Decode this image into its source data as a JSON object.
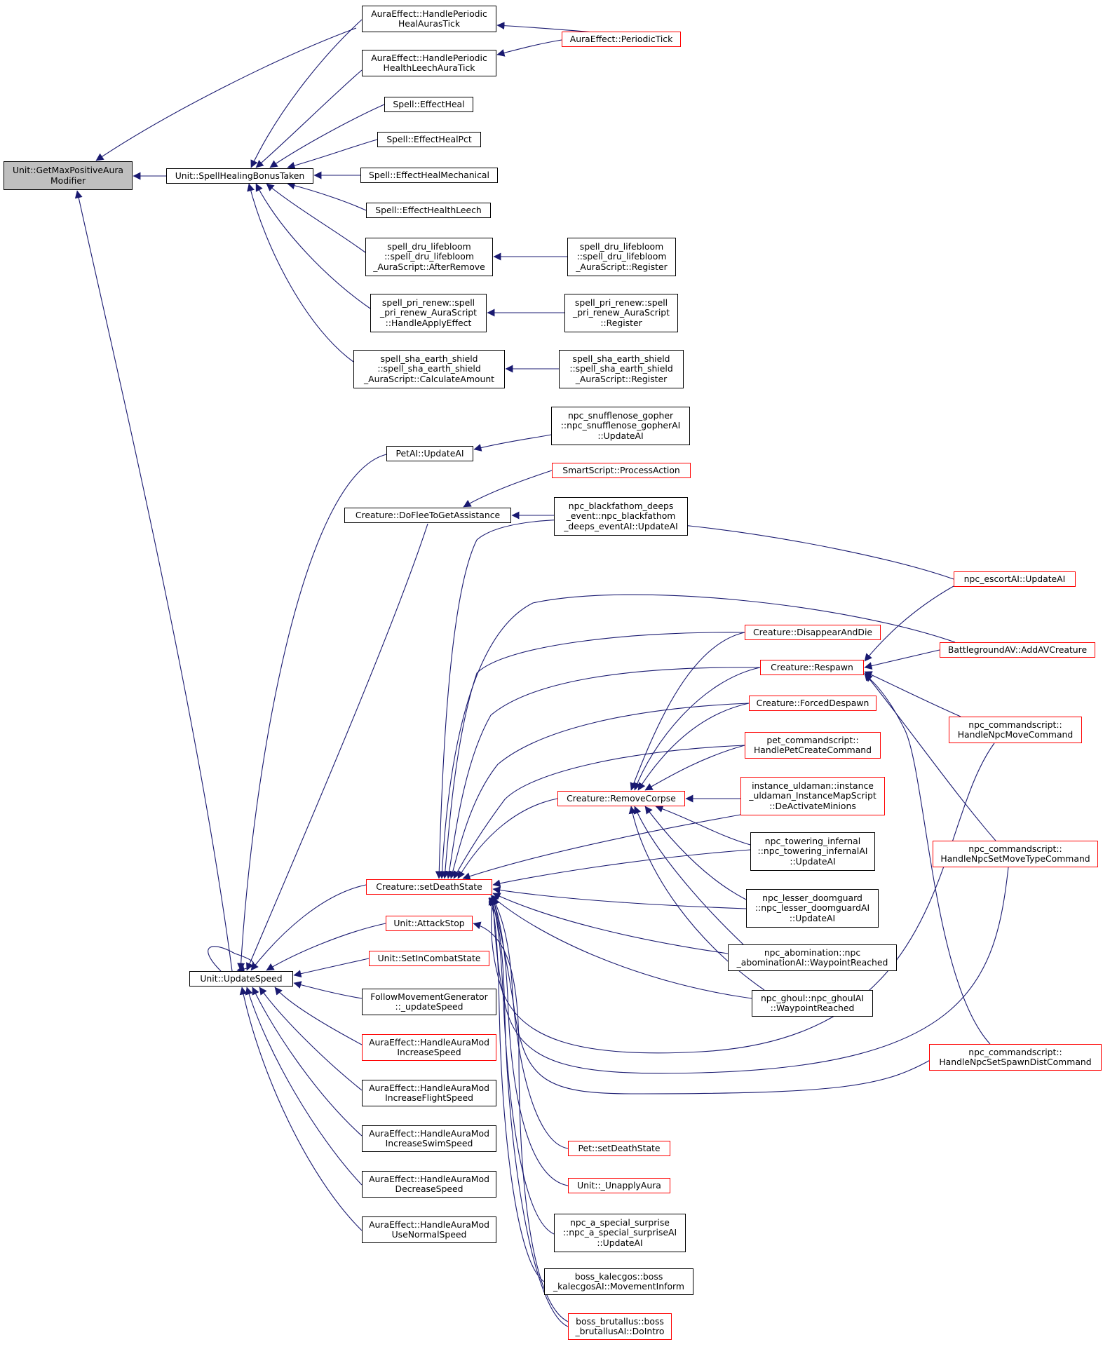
{
  "graph": {
    "colors": {
      "edge": "#191970",
      "border": "#000000",
      "red_border": "#ff0000",
      "focus_fill": "#bfbfbf"
    },
    "nodes": {
      "getmax": {
        "lines": [
          "Unit::GetMaxPositiveAura",
          "Modifier"
        ],
        "style": "focus"
      },
      "healbonus": {
        "lines": [
          "Unit::SpellHealingBonusTaken"
        ],
        "style": "normal"
      },
      "updatespeed": {
        "lines": [
          "Unit::UpdateSpeed"
        ],
        "style": "normal"
      },
      "healperiodic": {
        "lines": [
          "AuraEffect::HandlePeriodic",
          "HealAurasTick"
        ],
        "style": "normal"
      },
      "leechperiodic": {
        "lines": [
          "AuraEffect::HandlePeriodic",
          "HealthLeechAuraTick"
        ],
        "style": "normal"
      },
      "periodictick": {
        "lines": [
          "AuraEffect::PeriodicTick"
        ],
        "style": "red"
      },
      "effectheal": {
        "lines": [
          "Spell::EffectHeal"
        ],
        "style": "normal"
      },
      "effecthealpct": {
        "lines": [
          "Spell::EffectHealPct"
        ],
        "style": "normal"
      },
      "effecthealmech": {
        "lines": [
          "Spell::EffectHealMechanical"
        ],
        "style": "normal"
      },
      "effectleech": {
        "lines": [
          "Spell::EffectHealthLeech"
        ],
        "style": "normal"
      },
      "lifebloom": {
        "lines": [
          "spell_dru_lifebloom",
          "::spell_dru_lifebloom",
          "_AuraScript::AfterRemove"
        ],
        "style": "normal"
      },
      "lifebloomreg": {
        "lines": [
          "spell_dru_lifebloom",
          "::spell_dru_lifebloom",
          "_AuraScript::Register"
        ],
        "style": "normal"
      },
      "renew": {
        "lines": [
          "spell_pri_renew::spell",
          "_pri_renew_AuraScript",
          "::HandleApplyEffect"
        ],
        "style": "normal"
      },
      "renewreg": {
        "lines": [
          "spell_pri_renew::spell",
          "_pri_renew_AuraScript",
          "::Register"
        ],
        "style": "normal"
      },
      "earthshield": {
        "lines": [
          "spell_sha_earth_shield",
          "::spell_sha_earth_shield",
          "_AuraScript::CalculateAmount"
        ],
        "style": "normal"
      },
      "earthshieldreg": {
        "lines": [
          "spell_sha_earth_shield",
          "::spell_sha_earth_shield",
          "_AuraScript::Register"
        ],
        "style": "normal"
      },
      "snufflenose": {
        "lines": [
          "npc_snufflenose_gopher",
          "::npc_snufflenose_gopherAI",
          "::UpdateAI"
        ],
        "style": "normal"
      },
      "petai": {
        "lines": [
          "PetAI::UpdateAI"
        ],
        "style": "normal"
      },
      "processaction": {
        "lines": [
          "SmartScript::ProcessAction"
        ],
        "style": "red"
      },
      "doflee": {
        "lines": [
          "Creature::DoFleeToGetAssistance"
        ],
        "style": "normal"
      },
      "blackfathom": {
        "lines": [
          "npc_blackfathom_deeps",
          "_event::npc_blackfathom",
          "_deeps_eventAI::UpdateAI"
        ],
        "style": "normal"
      },
      "escortai": {
        "lines": [
          "npc_escortAI::UpdateAI"
        ],
        "style": "red"
      },
      "disappear": {
        "lines": [
          "Creature::DisappearAndDie"
        ],
        "style": "red"
      },
      "addav": {
        "lines": [
          "BattlegroundAV::AddAVCreature"
        ],
        "style": "red"
      },
      "respawn": {
        "lines": [
          "Creature::Respawn"
        ],
        "style": "red"
      },
      "forceddespawn": {
        "lines": [
          "Creature::ForcedDespawn"
        ],
        "style": "red"
      },
      "npcmove": {
        "lines": [
          "npc_commandscript::",
          "HandleNpcMoveCommand"
        ],
        "style": "red"
      },
      "petcreate": {
        "lines": [
          "pet_commandscript::",
          "HandlePetCreateCommand"
        ],
        "style": "red"
      },
      "removecorpse": {
        "lines": [
          "Creature::RemoveCorpse"
        ],
        "style": "red"
      },
      "uldaman": {
        "lines": [
          "instance_uldaman::instance",
          "_uldaman_InstanceMapScript",
          "::DeActivateMinions"
        ],
        "style": "red"
      },
      "towering": {
        "lines": [
          "npc_towering_infernal",
          "::npc_towering_infernalAI",
          "::UpdateAI"
        ],
        "style": "normal"
      },
      "npcmovetype": {
        "lines": [
          "npc_commandscript::",
          "HandleNpcSetMoveTypeCommand"
        ],
        "style": "red"
      },
      "setdeathstate": {
        "lines": [
          "Creature::setDeathState"
        ],
        "style": "red"
      },
      "doomguard": {
        "lines": [
          "npc_lesser_doomguard",
          "::npc_lesser_doomguardAI",
          "::UpdateAI"
        ],
        "style": "normal"
      },
      "attackstop": {
        "lines": [
          "Unit::AttackStop"
        ],
        "style": "red"
      },
      "abomination": {
        "lines": [
          "npc_abomination::npc",
          "_abominationAI::WaypointReached"
        ],
        "style": "normal"
      },
      "incombat": {
        "lines": [
          "Unit::SetInCombatState"
        ],
        "style": "red"
      },
      "followupdate": {
        "lines": [
          "FollowMovementGenerator",
          "::_updateSpeed"
        ],
        "style": "normal"
      },
      "ghoul": {
        "lines": [
          "npc_ghoul::npc_ghoulAI",
          "::WaypointReached"
        ],
        "style": "normal"
      },
      "incspeed": {
        "lines": [
          "AuraEffect::HandleAuraMod",
          "IncreaseSpeed"
        ],
        "style": "red"
      },
      "spawndist": {
        "lines": [
          "npc_commandscript::",
          "HandleNpcSetSpawnDistCommand"
        ],
        "style": "red"
      },
      "incflight": {
        "lines": [
          "AuraEffect::HandleAuraMod",
          "IncreaseFlightSpeed"
        ],
        "style": "normal"
      },
      "incswim": {
        "lines": [
          "AuraEffect::HandleAuraMod",
          "IncreaseSwimSpeed"
        ],
        "style": "normal"
      },
      "petdeath": {
        "lines": [
          "Pet::setDeathState"
        ],
        "style": "red"
      },
      "decspeed": {
        "lines": [
          "AuraEffect::HandleAuraMod",
          "DecreaseSpeed"
        ],
        "style": "normal"
      },
      "unapply": {
        "lines": [
          "Unit::_UnapplyAura"
        ],
        "style": "red"
      },
      "usenormal": {
        "lines": [
          "AuraEffect::HandleAuraMod",
          "UseNormalSpeed"
        ],
        "style": "normal"
      },
      "surprise": {
        "lines": [
          "npc_a_special_surprise",
          "::npc_a_special_surpriseAI",
          "::UpdateAI"
        ],
        "style": "normal"
      },
      "kalecgos": {
        "lines": [
          "boss_kalecgos::boss",
          "_kalecgosAI::MovementInform"
        ],
        "style": "normal"
      },
      "brutallus": {
        "lines": [
          "boss_brutallus::boss",
          "_brutallusAI::DoIntro"
        ],
        "style": "red"
      }
    }
  }
}
